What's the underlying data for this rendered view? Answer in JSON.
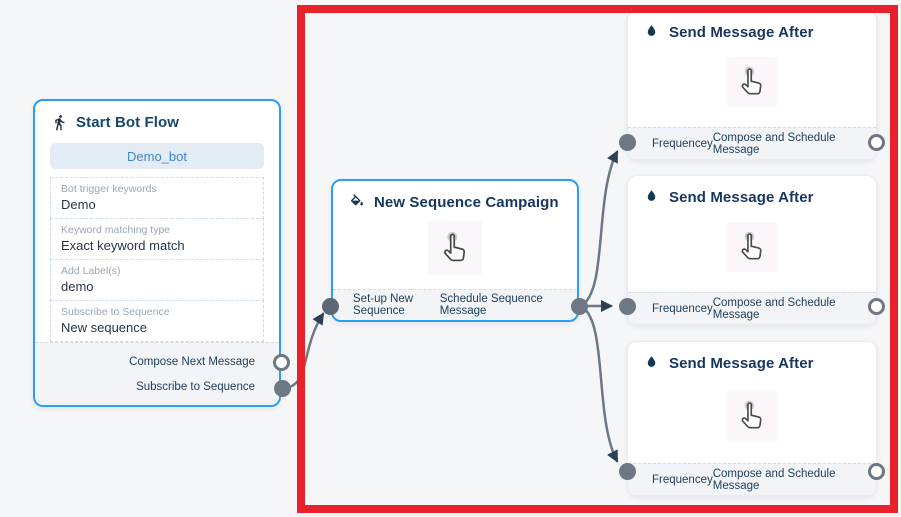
{
  "canvas": {
    "background": "#f5f6f8",
    "annotation": {
      "type": "highlight-box",
      "color": "#e9212a"
    }
  },
  "nodes": {
    "start_bot_flow": {
      "title": "Start Bot Flow",
      "icon": "walking-person-icon",
      "button_label": "Demo_bot",
      "fields": [
        {
          "label": "Bot trigger keywords",
          "value": "Demo"
        },
        {
          "label": "Keyword matching type",
          "value": "Exact keyword match"
        },
        {
          "label": "Add Label(s)",
          "value": "demo"
        },
        {
          "label": "Subscribe to Sequence",
          "value": "New sequence"
        }
      ],
      "outputs": [
        {
          "label": "Compose Next Message",
          "connected": false
        },
        {
          "label": "Subscribe to Sequence",
          "connected": true
        }
      ]
    },
    "new_sequence_campaign": {
      "title": "New Sequence Campaign",
      "icon": "paint-bucket-icon",
      "center_icon": "tap-hand-cursor-icon",
      "footer_left": "Set-up New Sequence",
      "footer_right": "Schedule Sequence Message"
    },
    "send_message_after": {
      "title": "Send Message After",
      "icon": "water-drop-icon",
      "center_icon": "tap-hand-cursor-icon",
      "footer_left": "Frequencey",
      "footer_right": "Compose and Schedule Message",
      "instance_count": 3
    }
  },
  "connections": [
    {
      "from": "start-bot-flow.subscribe-to-sequence-output",
      "to": "new-sequence-campaign.input"
    },
    {
      "from": "new-sequence-campaign.output",
      "to": "send-message-after-1.input"
    },
    {
      "from": "new-sequence-campaign.output",
      "to": "send-message-after-2.input"
    },
    {
      "from": "new-sequence-campaign.output",
      "to": "send-message-after-3.input"
    }
  ],
  "colors": {
    "node_border_blue": "#2a9df4",
    "edge_gray": "#6d7884",
    "arrowhead": "#2c3f55",
    "title_navy": "#17456b",
    "highlight_red": "#e9212a"
  }
}
